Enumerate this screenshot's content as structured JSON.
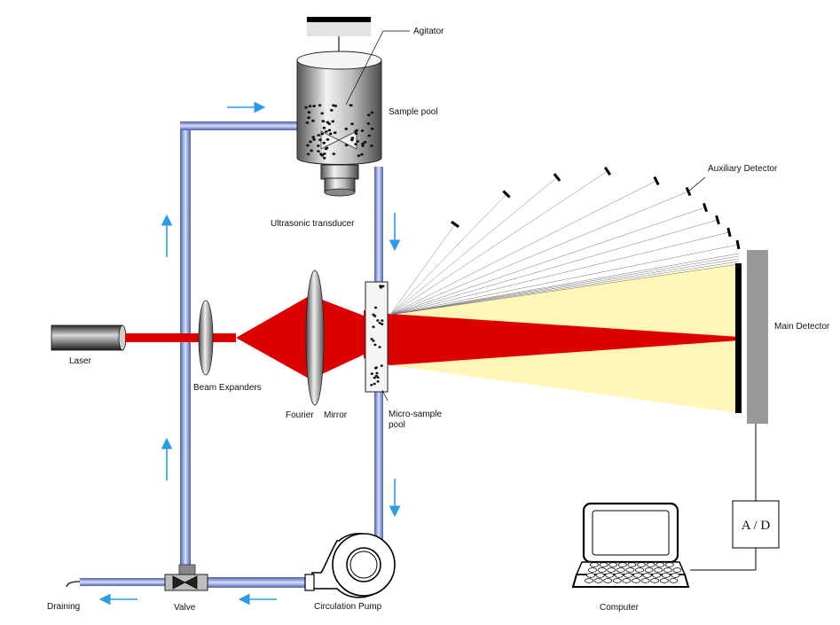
{
  "labels": {
    "agitator": "Agitator",
    "sample_pool": "Sample pool",
    "ultrasonic_transducer": "Ultrasonic transducer",
    "auxiliary_detector": "Auxiliary Detector",
    "main_detector": "Main Detector",
    "laser": "Laser",
    "beam_expanders": "Beam Expanders",
    "fourier": "Fourier",
    "mirror": "Mirror",
    "micro_sample_pool_line1": "Micro-sample",
    "micro_sample_pool_line2": "pool",
    "computer": "Computer",
    "ad_converter": "A / D",
    "draining": "Draining",
    "valve": "Valve",
    "circulation_pump": "Circulation Pump"
  },
  "colors": {
    "pipe": "#b7c3ea",
    "pipe_edge": "#4a5fb0",
    "flow_arrow": "#2a9be8",
    "laser_beam": "#dd0000",
    "scatter_light": "#fff6b8",
    "detector_bar": "#000000",
    "detector_panel": "#999999"
  },
  "icons": {
    "laser": "cylinder-laser-icon",
    "lens": "lens-icon",
    "pump": "circulation-pump-icon",
    "valve": "valve-icon",
    "computer": "laptop-icon"
  }
}
